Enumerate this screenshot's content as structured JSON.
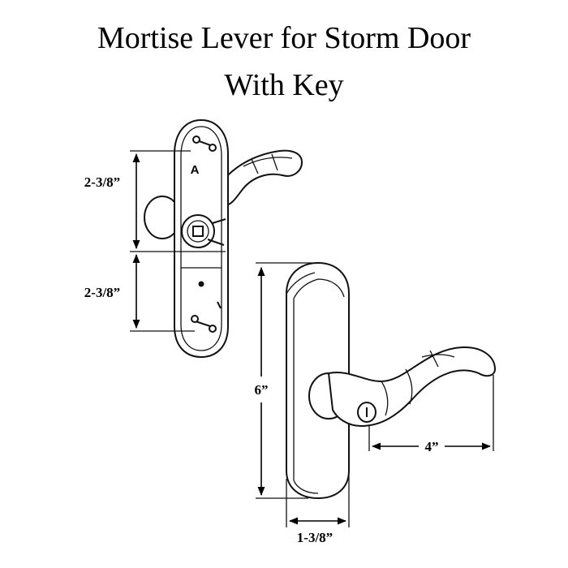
{
  "title": {
    "line1": "Mortise Lever for Storm Door",
    "line2": "With Key"
  },
  "rear_plate": {
    "mark": "A",
    "dim_upper": "2-3/8”",
    "dim_lower": "2-3/8”"
  },
  "front_plate": {
    "dim_height": "6”",
    "dim_width": "1-3/8”",
    "dim_lever": "4”"
  }
}
